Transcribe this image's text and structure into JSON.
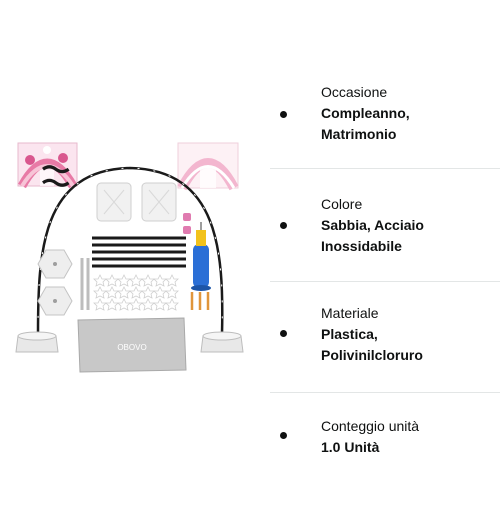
{
  "product": {
    "image_alt": "Kit arco per palloncini con basi, aste, pompa e accessori",
    "bag_logo": "OBOVO"
  },
  "attributes": [
    {
      "name": "Occasione",
      "value_lines": [
        "Compleanno,",
        "Matrimonio"
      ]
    },
    {
      "name": "Colore",
      "value_lines": [
        "Sabbia, Acciaio",
        "Inossidabile"
      ]
    },
    {
      "name": "Materiale",
      "value_lines": [
        "Plastica,",
        "Polivinilcloruro"
      ]
    },
    {
      "name": "Conteggio unità",
      "value_lines": [
        "1.0 Unità"
      ]
    }
  ],
  "colors": {
    "text": "#0f1111",
    "divider": "#e3e6e6",
    "pump_blue": "#2b6fd6",
    "pump_yellow": "#f2c21b",
    "pole_black": "#1a1a1a",
    "arch_pink": "#f3b6cf",
    "stake_orange": "#e0953a"
  }
}
